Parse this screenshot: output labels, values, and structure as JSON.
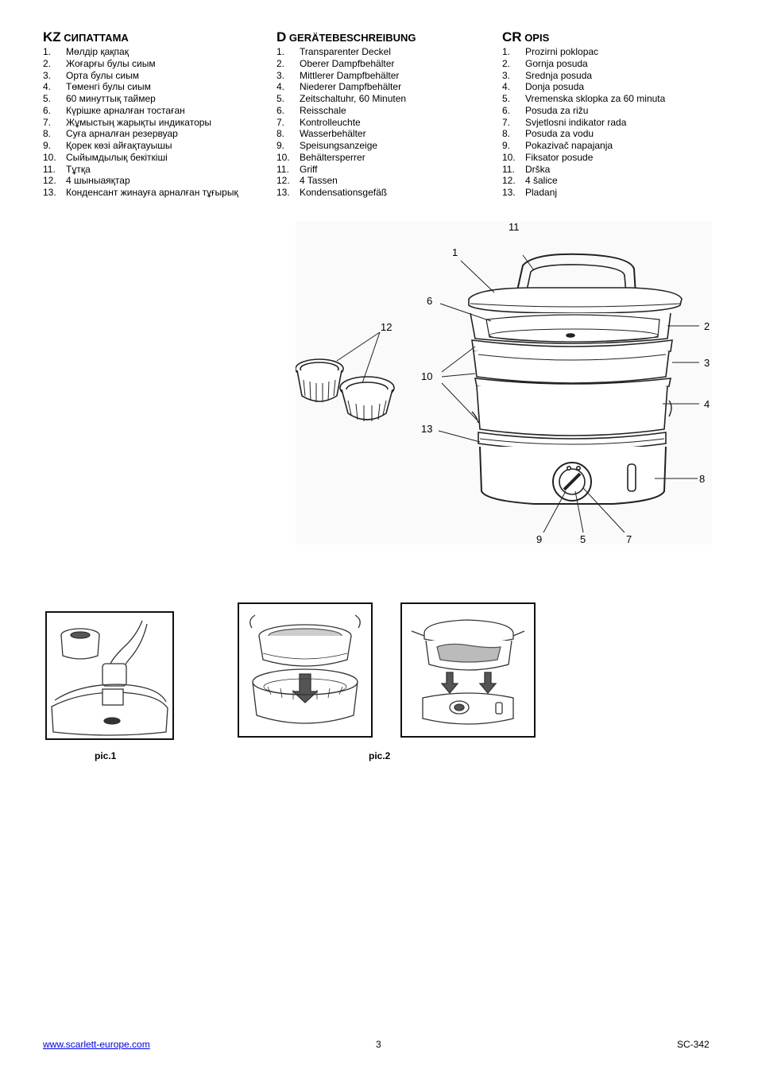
{
  "columns": [
    {
      "code": "KZ",
      "title": "СИПАТТАМА",
      "items": [
        {
          "n": "1.",
          "text": "Мөлдір қақпақ"
        },
        {
          "n": "2.",
          "text": "Жоғарғы булы сиым"
        },
        {
          "n": "3.",
          "text": "Орта булы сиым"
        },
        {
          "n": "4.",
          "text": "Төменгі булы сиым"
        },
        {
          "n": "5.",
          "text": "60 минуттық таймер"
        },
        {
          "n": "6.",
          "text": "Күрішке арналған тостаған"
        },
        {
          "n": "7.",
          "text": "Жұмыстың жарықты индикаторы"
        },
        {
          "n": "8.",
          "text": "Суға арналған резервуар"
        },
        {
          "n": "9.",
          "text": "Қорек көзі айғақтауышы"
        },
        {
          "n": "10.",
          "text": "Сыйымдылық бекіткіші"
        },
        {
          "n": "11.",
          "text": "Тұтқа"
        },
        {
          "n": "12.",
          "text": "4 шыныаяқтар"
        },
        {
          "n": "13.",
          "text": "Конденсант жинауға арналған тұғырық"
        }
      ]
    },
    {
      "code": "D",
      "title": "GERÄTEBESCHREIBUNG",
      "items": [
        {
          "n": "1.",
          "text": "Transparenter Deckel"
        },
        {
          "n": "2.",
          "text": "Oberer Dampfbehälter"
        },
        {
          "n": "3.",
          "text": "Mittlerer Dampfbehälter"
        },
        {
          "n": "4.",
          "text": "Niederer Dampfbehälter"
        },
        {
          "n": "5.",
          "text": "Zeitschaltuhr, 60 Minuten"
        },
        {
          "n": "6.",
          "text": "Reisschale"
        },
        {
          "n": "7.",
          "text": "Kontrolleuchte"
        },
        {
          "n": "8.",
          "text": "Wasserbehälter"
        },
        {
          "n": "9.",
          "text": "Speisungsanzeige"
        },
        {
          "n": "10.",
          "text": "Behältersperrer"
        },
        {
          "n": "11.",
          "text": "Griff"
        },
        {
          "n": "12.",
          "text": "4 Tassen"
        },
        {
          "n": "13.",
          "text": "Kondensationsgefäß"
        }
      ]
    },
    {
      "code": "CR",
      "title": "OPIS",
      "items": [
        {
          "n": "1.",
          "text": "Prozirni poklopac"
        },
        {
          "n": "2.",
          "text": "Gornja posuda"
        },
        {
          "n": "3.",
          "text": "Srednja posuda"
        },
        {
          "n": "4.",
          "text": "Donja posuda"
        },
        {
          "n": "5.",
          "text": "Vremenska sklopka za 60 minuta"
        },
        {
          "n": "6.",
          "text": "Posuda za rižu"
        },
        {
          "n": "7.",
          "text": "Svjetlosni indikator rada"
        },
        {
          "n": "8.",
          "text": "Posuda za vodu"
        },
        {
          "n": "9.",
          "text": "Pokazivač napajanja"
        },
        {
          "n": "10.",
          "text": "Fiksator posude"
        },
        {
          "n": "11.",
          "text": "Drška"
        },
        {
          "n": "12.",
          "text": "4 šalice"
        },
        {
          "n": "13.",
          "text": "Pladanj"
        }
      ]
    }
  ],
  "diagram": {
    "callouts": [
      "11",
      "1",
      "6",
      "12",
      "10",
      "13",
      "2",
      "3",
      "4",
      "8",
      "9",
      "5",
      "7"
    ]
  },
  "captions": {
    "pic1": "pic.1",
    "pic2": "pic.2"
  },
  "footer": {
    "url": "www.scarlett-europe.com",
    "page": "3",
    "model": "SC-342"
  }
}
